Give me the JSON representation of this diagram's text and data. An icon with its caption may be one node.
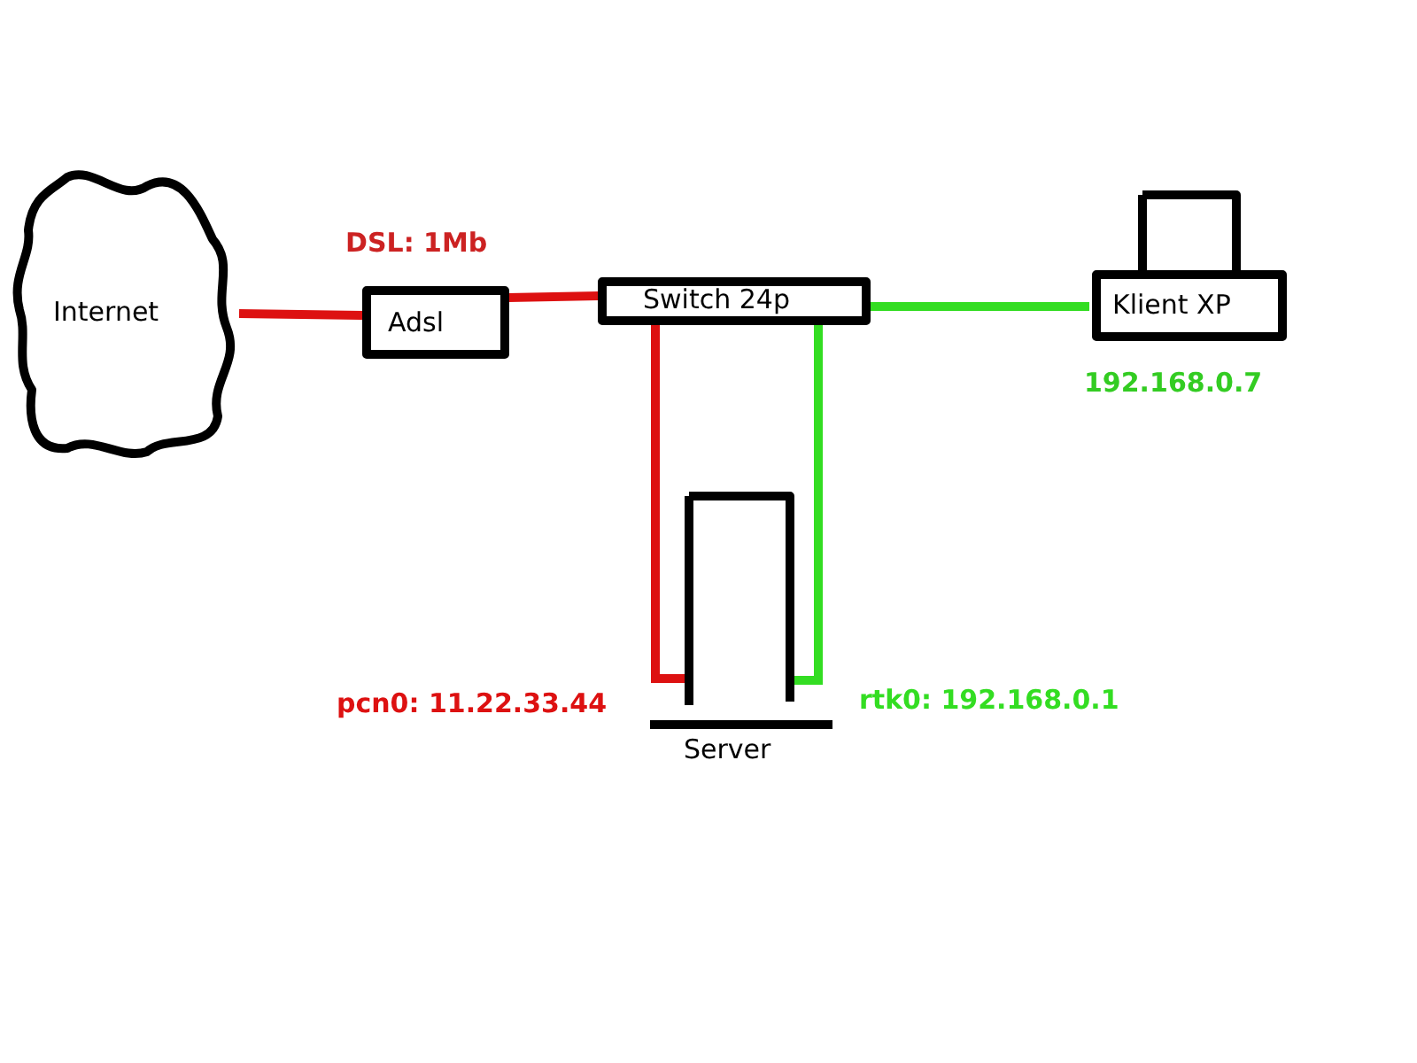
{
  "diagram": {
    "nodes": [
      {
        "text": [
          "Internet"
        ]
      },
      {
        "text": [
          "Adsl"
        ],
        "beside": [
          "DSL: 1Mb"
        ]
      },
      {
        "text": [
          "Switch 24p"
        ]
      },
      {
        "text": [
          "Klient XP"
        ],
        "beside": [
          "192.168.0.7"
        ]
      },
      {
        "text": [
          "Server"
        ]
      }
    ],
    "edges": [
      {
        "from": 0,
        "to": 1,
        "arrow": "none",
        "color": "#dd1111"
      },
      {
        "from": 1,
        "to": 2,
        "arrow": "none",
        "color": "#dd1111"
      },
      {
        "from": 2,
        "to": 4,
        "arrow": "none",
        "color": "#dd1111",
        "label": "pcn0: 11.22.33.44"
      },
      {
        "from": 2,
        "to": 4,
        "arrow": "none",
        "color": "#33dd22",
        "label": "rtk0: 192.168.0.1"
      },
      {
        "from": 2,
        "to": 3,
        "arrow": "none",
        "color": "#33dd22"
      }
    ]
  }
}
